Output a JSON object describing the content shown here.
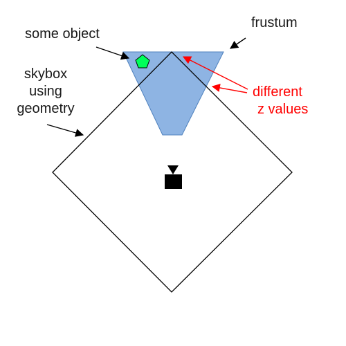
{
  "labels": {
    "some_object": "some object",
    "frustum": "frustum",
    "skybox_line1": "skybox",
    "skybox_line2": "using",
    "skybox_line3": "geometry",
    "different_line1": "different",
    "different_line2": "z values"
  },
  "colors": {
    "frustum_fill": "#8eb4e3",
    "frustum_stroke": "#4f81bd",
    "object_fill": "#00ff5a",
    "skybox_stroke": "#000000",
    "annotation_text": "#1a1a1a",
    "highlight": "#ff0000",
    "camera": "#000000"
  },
  "icons": {
    "camera": "camera-icon",
    "object": "pentagon-object-icon"
  }
}
